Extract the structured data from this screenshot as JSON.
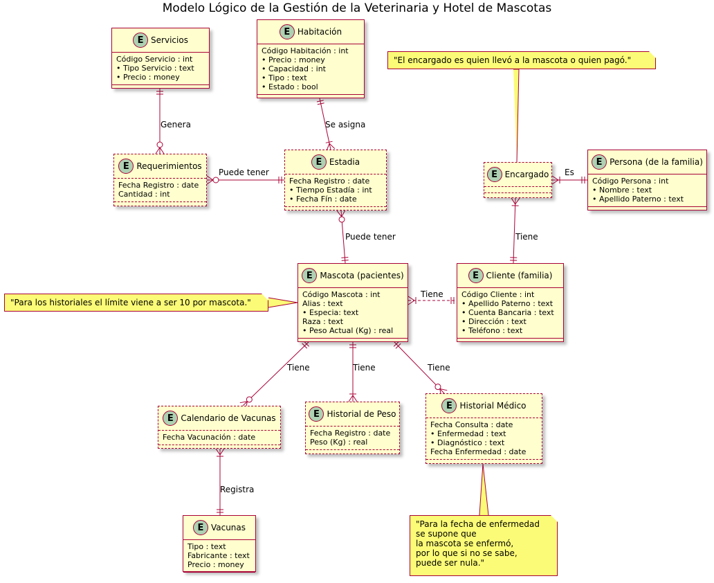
{
  "title": "Modelo Lógico de la Gestión de la Veterinaria y Hotel de Mascotas",
  "badge_letter": "E",
  "colors": {
    "entity_fill": "#FEFECE",
    "border": "#A80036",
    "badge_fill": "#ADD1B2",
    "note_fill": "#FBFB77"
  },
  "entities": {
    "servicios": {
      "name": "Servicios",
      "attrs": [
        "Código Servicio : int",
        "• Tipo Servicio : text",
        "• Precio : money"
      ]
    },
    "habitacion": {
      "name": "Habitación",
      "attrs": [
        "Código Habitación : int",
        "• Precio : money",
        "• Capacidad : int",
        "• Tipo : text",
        "• Estado : bool"
      ]
    },
    "requerimientos": {
      "name": "Requerimientos",
      "attrs": [
        "Fecha Registro : date",
        "Cantidad : int"
      ]
    },
    "estadia": {
      "name": "Estadia",
      "attrs": [
        "Fecha Registro : date",
        "• Tiempo Estadía : int",
        "• Fecha Fín : date"
      ]
    },
    "encargado": {
      "name": "Encargado",
      "attrs": []
    },
    "persona": {
      "name": "Persona (de la familia)",
      "attrs": [
        "Código Persona : int",
        "• Nombre : text",
        "• Apellido Paterno : text"
      ]
    },
    "mascota": {
      "name": "Mascota (pacientes)",
      "attrs": [
        "Código Mascota : int",
        "Alias : text",
        "• Especia: text",
        "Raza : text",
        "• Peso Actual (Kg) : real"
      ]
    },
    "cliente": {
      "name": "Cliente (familia)",
      "attrs": [
        "Código Cliente : int",
        "• Apellido Paterno : text",
        "• Cuenta Bancaria : text",
        "• Dirección : text",
        "• Teléfono : text"
      ]
    },
    "calendario": {
      "name": "Calendario de Vacunas",
      "attrs": [
        "Fecha Vacunación : date"
      ]
    },
    "historial_peso": {
      "name": "Historial de Peso",
      "attrs": [
        "Fecha Registro : date",
        "Peso (Kg) : real"
      ]
    },
    "historial_medico": {
      "name": "Historial Médico",
      "attrs": [
        "Fecha Consulta : date",
        "• Enfermedad : text",
        "• Diagnóstico : text",
        "Fecha Enfermedad : date"
      ]
    },
    "vacunas": {
      "name": "Vacunas",
      "attrs": [
        "Tipo : text",
        "Fabricante : text",
        "Precio : money"
      ]
    }
  },
  "relationships": {
    "genera": "Genera",
    "se_asigna": "Se asigna",
    "req_estadia": "Puede tener",
    "estadia_mascota": "Puede tener",
    "es": "Es",
    "encargado_cliente": "Tiene",
    "mascota_cliente": "Tiene",
    "mascota_calendario": "Tiene",
    "mascota_peso": "Tiene",
    "mascota_medico": "Tiene",
    "registra": "Registra"
  },
  "notes": {
    "encargado": "\"El encargado es quien llevó a la mascota o quien pagó.\"",
    "historiales": "\"Para los historiales el límite viene a ser 10 por mascota.\"",
    "enfermedad": [
      "\"Para la fecha de enfermedad",
      "se supone que",
      "la mascota se enfermó,",
      "por lo que si no se sabe,",
      "puede ser nula.\""
    ]
  }
}
